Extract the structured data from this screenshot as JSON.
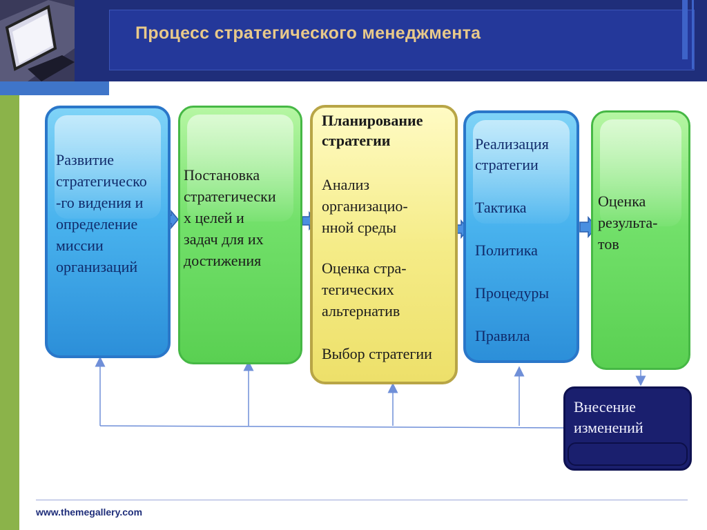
{
  "header": {
    "title": "Процесс стратегического менеджмента"
  },
  "boxes": {
    "vision": [
      "Развитие",
      "стратегическо",
      "-го видения и",
      "определение",
      "миссии",
      "организаций"
    ],
    "goals": [
      "Постановка",
      "стратегически",
      "х целей и",
      "задач для их",
      "достижения"
    ],
    "planning": {
      "title": [
        "Планирование",
        "стратегии"
      ],
      "steps": [
        [
          "Анализ",
          "организацио-",
          "нной среды"
        ],
        [
          "Оценка стра-",
          "тегических",
          "альтернатив"
        ],
        [
          "Выбор стратегии"
        ]
      ]
    },
    "implementation": {
      "title": [
        "Реализация",
        "стратегии"
      ],
      "items": [
        "Тактика",
        "Политика",
        "Процедуры",
        "Правила"
      ]
    },
    "evaluation": [
      "Оценка",
      "результа-",
      "тов"
    ],
    "changes": [
      "Внесение",
      "изменений"
    ]
  },
  "footer": {
    "url": "www.themegallery.com"
  },
  "colors": {
    "header": "#1f2e7a",
    "title": "#e8c98a",
    "blue_box": "#49b3ee",
    "green_box": "#72e06a",
    "yellow_box": "#f5ec88",
    "navy_box": "#1a1f6e",
    "side_bar": "#8bb34a"
  }
}
